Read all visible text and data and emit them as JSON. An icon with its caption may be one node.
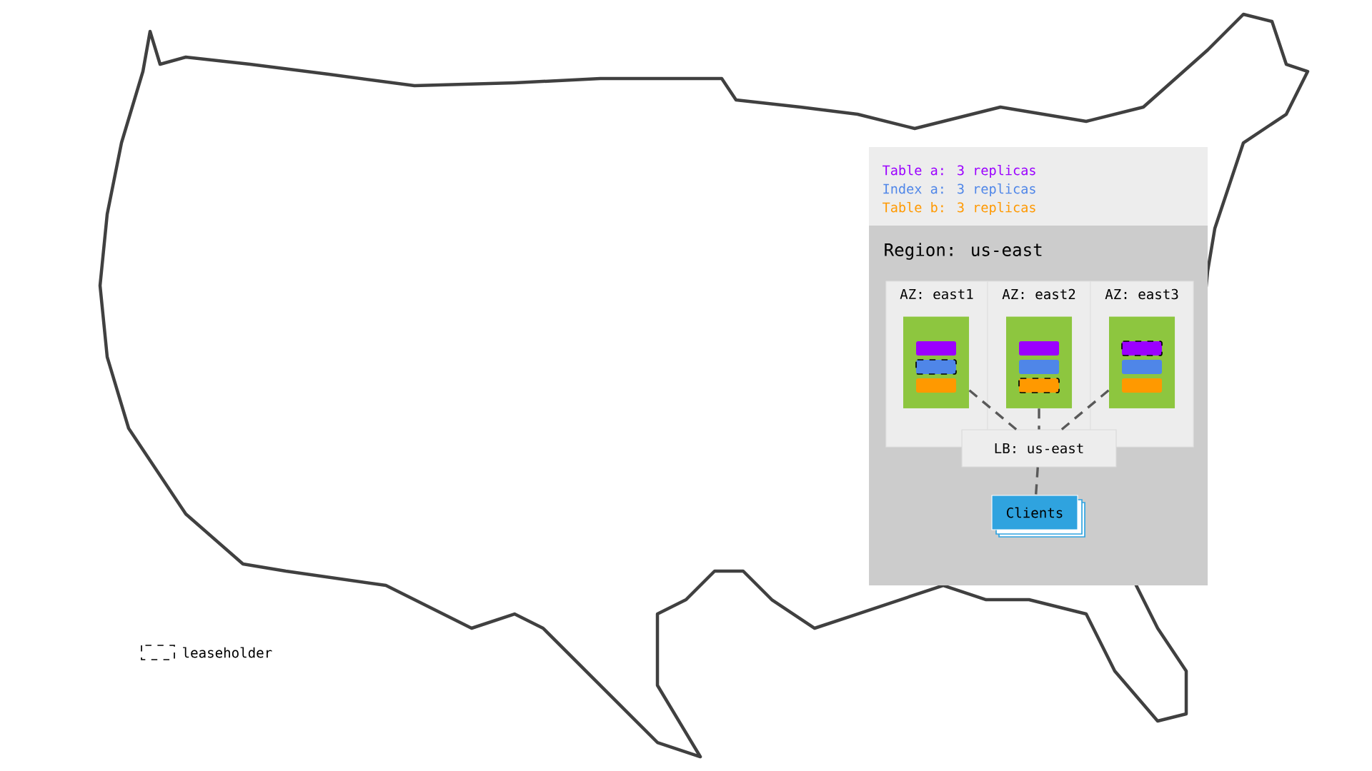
{
  "diagram": {
    "nodes": [
      {
        "text": [
          "Region: us-east"
        ]
      },
      {
        "text": [
          "AZ: east1"
        ],
        "in": 0
      },
      {
        "text": [
          "AZ: east2"
        ],
        "in": 0
      },
      {
        "text": [
          "AZ: east3"
        ],
        "in": 0
      },
      {
        "text": [],
        "shape": "cylinder",
        "in": 1
      },
      {
        "text": [],
        "shape": "cylinder",
        "in": 2
      },
      {
        "text": [],
        "shape": "cylinder",
        "in": 3
      },
      {
        "text": [
          "LB: us-east"
        ],
        "in": 0
      },
      {
        "text": [
          "Clients"
        ],
        "in": 0
      }
    ],
    "edges": [
      {
        "from": 4,
        "to": 7,
        "arrow": "none",
        "style": "dashed"
      },
      {
        "from": 5,
        "to": 7,
        "arrow": "none",
        "style": "dashed"
      },
      {
        "from": 6,
        "to": 7,
        "arrow": "none",
        "style": "dashed"
      },
      {
        "from": 7,
        "to": 8,
        "arrow": "none",
        "style": "dashed"
      }
    ],
    "labels": [
      "Table a: 3 replicas",
      "Index a: 3 replicas",
      "Table b: 3 replicas"
    ],
    "legend": [
      {
        "text": "leaseholder"
      }
    ]
  }
}
